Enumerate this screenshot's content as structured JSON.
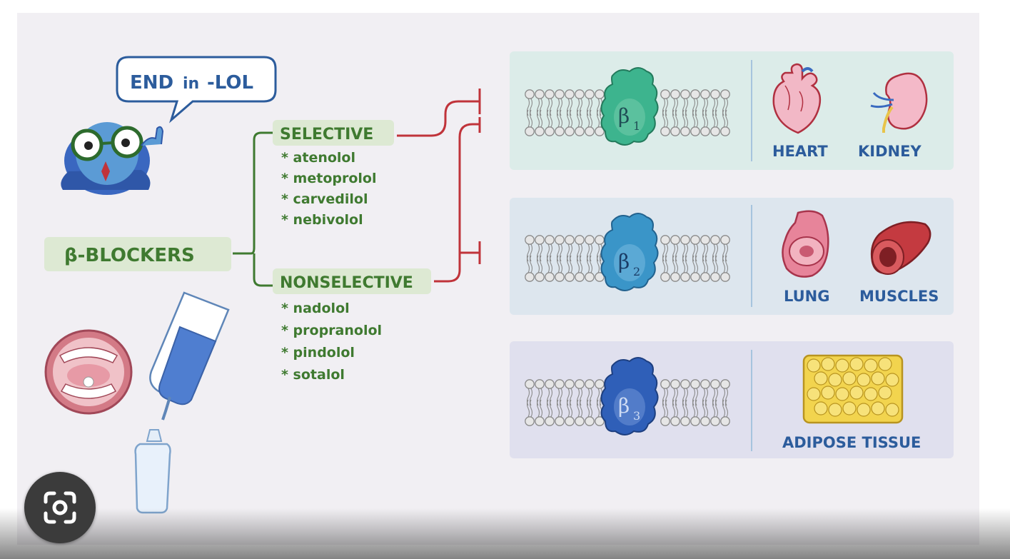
{
  "speech_bubble": {
    "text_end": "END",
    "text_in": "in",
    "text_lol": "-LOL"
  },
  "root": {
    "label": "β-BLOCKERS"
  },
  "selective": {
    "label": "SELECTIVE",
    "drugs": [
      "* atenolol",
      "* metoprolol",
      "* carvedilol",
      "* nebivolol"
    ]
  },
  "nonselective": {
    "label": "NONSELECTIVE",
    "drugs": [
      "* nadolol",
      "* propranolol",
      "* pindolol",
      "* sotalol"
    ]
  },
  "receptors": [
    {
      "symbol": "β",
      "subscript": "1",
      "organs": [
        "HEART",
        "KIDNEY"
      ]
    },
    {
      "symbol": "β",
      "subscript": "2",
      "organs": [
        "LUNG",
        "MUSCLES"
      ]
    },
    {
      "symbol": "β",
      "subscript": "3",
      "organs": [
        "ADIPOSE TISSUE"
      ]
    }
  ],
  "colors": {
    "label_green": "#3f7a30",
    "label_bg": "#dde9d3",
    "organ_blue": "#2c5c9c",
    "inhibit_red": "#c0333a",
    "panel_1": "#dcece9",
    "panel_2": "#dde6ee",
    "panel_3": "#e0e0ee",
    "beta1_protein": "#3db48e",
    "beta2_protein": "#3a95c8",
    "beta3_protein": "#2f5fb8"
  },
  "icons": [
    "doctor-mascot-icon",
    "mouth-pill-icon",
    "iv-bag-icon",
    "eye-drop-bottle-icon",
    "heart-icon",
    "kidney-icon",
    "lung-airway-icon",
    "muscle-vessel-icon",
    "adipose-tissue-icon",
    "lens-camera-icon"
  ]
}
